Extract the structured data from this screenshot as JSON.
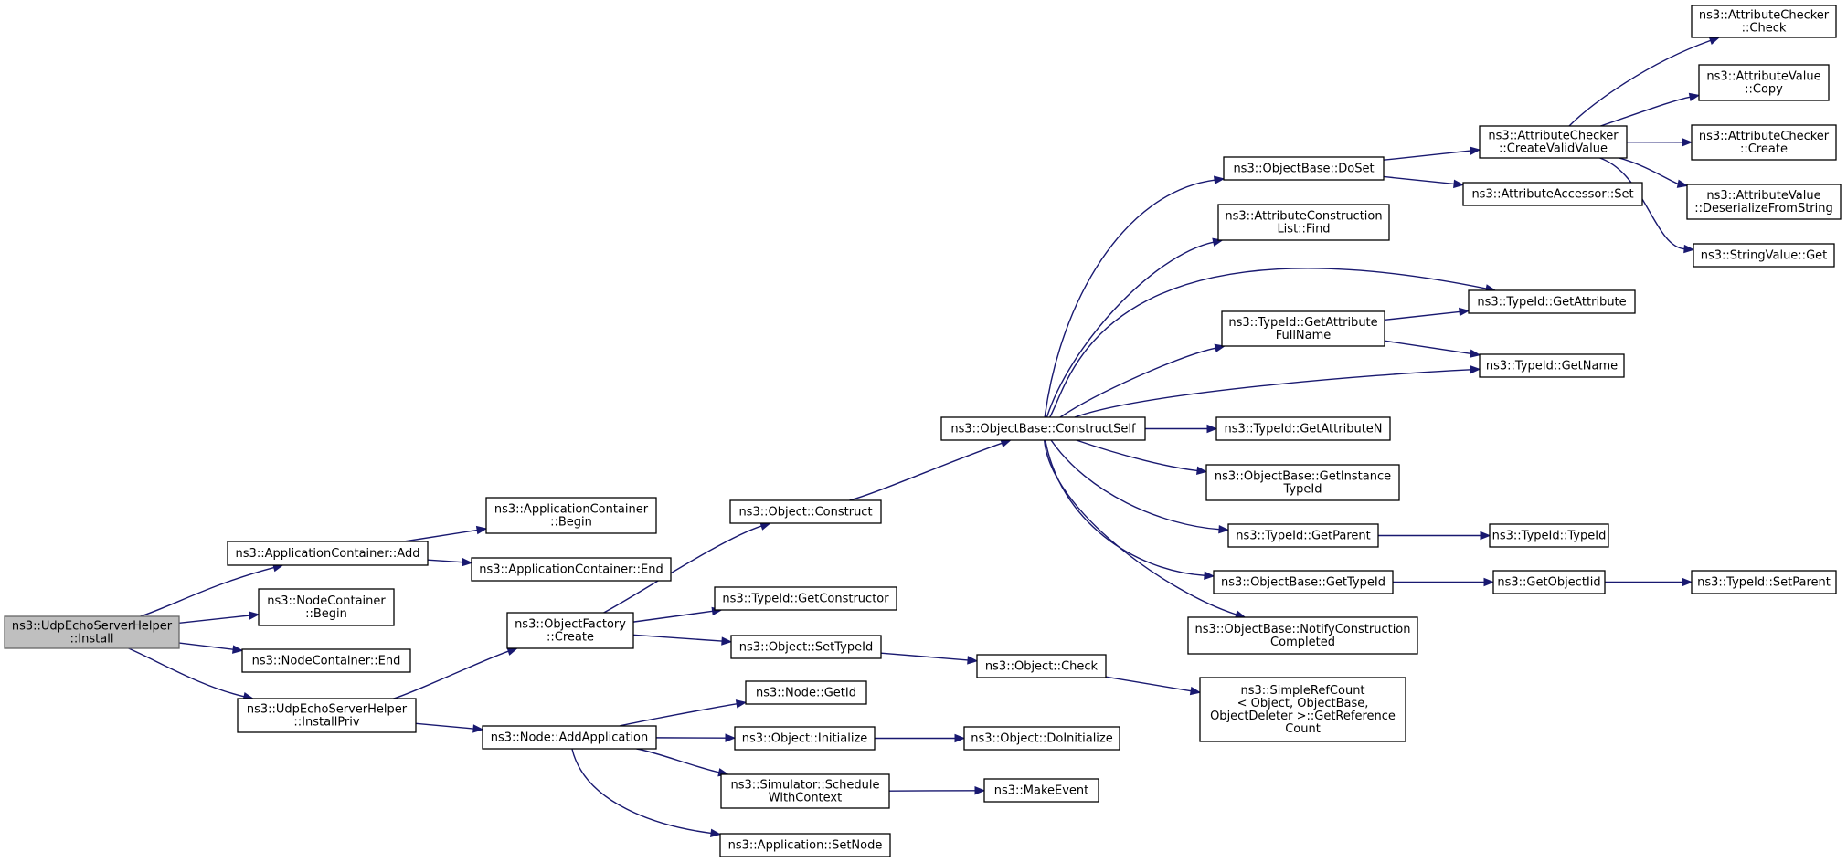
{
  "graph": {
    "title": "",
    "colors": {
      "edge": "#191970",
      "root_fill": "#bfbfbf",
      "node_fill": "#ffffff",
      "border": "#000000"
    },
    "nodes": [
      {
        "id": "n0",
        "lines": [
          "ns3::UdpEchoServerHelper",
          "::Install"
        ],
        "root": true
      },
      {
        "id": "n1",
        "lines": [
          "ns3::ApplicationContainer::Add"
        ]
      },
      {
        "id": "n2",
        "lines": [
          "ns3::NodeContainer",
          "::Begin"
        ]
      },
      {
        "id": "n3",
        "lines": [
          "ns3::NodeContainer::End"
        ]
      },
      {
        "id": "n4",
        "lines": [
          "ns3::UdpEchoServerHelper",
          "::InstallPriv"
        ]
      },
      {
        "id": "n5",
        "lines": [
          "ns3::ApplicationContainer",
          "::Begin"
        ]
      },
      {
        "id": "n6",
        "lines": [
          "ns3::ApplicationContainer::End"
        ]
      },
      {
        "id": "n7",
        "lines": [
          "ns3::ObjectFactory",
          "::Create"
        ]
      },
      {
        "id": "n8",
        "lines": [
          "ns3::Node::AddApplication"
        ]
      },
      {
        "id": "n9",
        "lines": [
          "ns3::Object::Construct"
        ]
      },
      {
        "id": "n10",
        "lines": [
          "ns3::TypeId::GetConstructor"
        ]
      },
      {
        "id": "n11",
        "lines": [
          "ns3::Object::SetTypeId"
        ]
      },
      {
        "id": "n12",
        "lines": [
          "ns3::Node::GetId"
        ]
      },
      {
        "id": "n13",
        "lines": [
          "ns3::Object::Initialize"
        ]
      },
      {
        "id": "n14",
        "lines": [
          "ns3::Simulator::Schedule",
          "WithContext"
        ]
      },
      {
        "id": "n15",
        "lines": [
          "ns3::Application::SetNode"
        ]
      },
      {
        "id": "n16",
        "lines": [
          "ns3::ObjectBase::ConstructSelf"
        ]
      },
      {
        "id": "n17",
        "lines": [
          "ns3::Object::Check"
        ]
      },
      {
        "id": "n18",
        "lines": [
          "ns3::Object::DoInitialize"
        ]
      },
      {
        "id": "n19",
        "lines": [
          "ns3::MakeEvent"
        ]
      },
      {
        "id": "n20",
        "lines": [
          "ns3::ObjectBase::DoSet"
        ]
      },
      {
        "id": "n21",
        "lines": [
          "ns3::AttributeConstruction",
          "List::Find"
        ]
      },
      {
        "id": "n22",
        "lines": [
          "ns3::TypeId::GetAttribute",
          "FullName"
        ]
      },
      {
        "id": "n23",
        "lines": [
          "ns3::TypeId::GetAttributeN"
        ]
      },
      {
        "id": "n24",
        "lines": [
          "ns3::ObjectBase::GetInstance",
          "TypeId"
        ]
      },
      {
        "id": "n25",
        "lines": [
          "ns3::TypeId::GetParent"
        ]
      },
      {
        "id": "n26",
        "lines": [
          "ns3::ObjectBase::GetTypeId"
        ]
      },
      {
        "id": "n27",
        "lines": [
          "ns3::ObjectBase::NotifyConstruction",
          "Completed"
        ]
      },
      {
        "id": "n28",
        "lines": [
          "ns3::SimpleRefCount",
          "< Object, ObjectBase,",
          "ObjectDeleter >::GetReference",
          "Count"
        ]
      },
      {
        "id": "n29",
        "lines": [
          "ns3::AttributeChecker",
          "::CreateValidValue"
        ]
      },
      {
        "id": "n30",
        "lines": [
          "ns3::AttributeAccessor::Set"
        ]
      },
      {
        "id": "n31",
        "lines": [
          "ns3::TypeId::GetAttribute"
        ]
      },
      {
        "id": "n32",
        "lines": [
          "ns3::TypeId::GetName"
        ]
      },
      {
        "id": "n33",
        "lines": [
          "ns3::TypeId::TypeId"
        ]
      },
      {
        "id": "n34",
        "lines": [
          "ns3::GetObjectIid"
        ]
      },
      {
        "id": "n35",
        "lines": [
          "ns3::AttributeChecker",
          "::Check"
        ]
      },
      {
        "id": "n36",
        "lines": [
          "ns3::AttributeValue",
          "::Copy"
        ]
      },
      {
        "id": "n37",
        "lines": [
          "ns3::AttributeChecker",
          "::Create"
        ]
      },
      {
        "id": "n38",
        "lines": [
          "ns3::AttributeValue",
          "::DeserializeFromString"
        ]
      },
      {
        "id": "n39",
        "lines": [
          "ns3::StringValue::Get"
        ]
      },
      {
        "id": "n40",
        "lines": [
          "ns3::TypeId::SetParent"
        ]
      }
    ],
    "edges": [
      [
        "n0",
        "n1"
      ],
      [
        "n0",
        "n2"
      ],
      [
        "n0",
        "n3"
      ],
      [
        "n0",
        "n4"
      ],
      [
        "n1",
        "n5"
      ],
      [
        "n1",
        "n6"
      ],
      [
        "n4",
        "n7"
      ],
      [
        "n4",
        "n8"
      ],
      [
        "n7",
        "n9"
      ],
      [
        "n7",
        "n10"
      ],
      [
        "n7",
        "n11"
      ],
      [
        "n8",
        "n12"
      ],
      [
        "n8",
        "n13"
      ],
      [
        "n8",
        "n14"
      ],
      [
        "n8",
        "n15"
      ],
      [
        "n9",
        "n16"
      ],
      [
        "n11",
        "n17"
      ],
      [
        "n13",
        "n18"
      ],
      [
        "n14",
        "n19"
      ],
      [
        "n17",
        "n28"
      ],
      [
        "n16",
        "n20"
      ],
      [
        "n16",
        "n21"
      ],
      [
        "n16",
        "n31"
      ],
      [
        "n16",
        "n22"
      ],
      [
        "n16",
        "n32"
      ],
      [
        "n16",
        "n23"
      ],
      [
        "n16",
        "n24"
      ],
      [
        "n16",
        "n25"
      ],
      [
        "n16",
        "n26"
      ],
      [
        "n16",
        "n27"
      ],
      [
        "n20",
        "n29"
      ],
      [
        "n20",
        "n30"
      ],
      [
        "n22",
        "n31"
      ],
      [
        "n22",
        "n32"
      ],
      [
        "n25",
        "n33"
      ],
      [
        "n26",
        "n34"
      ],
      [
        "n34",
        "n40"
      ],
      [
        "n29",
        "n35"
      ],
      [
        "n29",
        "n36"
      ],
      [
        "n29",
        "n37"
      ],
      [
        "n29",
        "n38"
      ],
      [
        "n29",
        "n39"
      ]
    ]
  }
}
